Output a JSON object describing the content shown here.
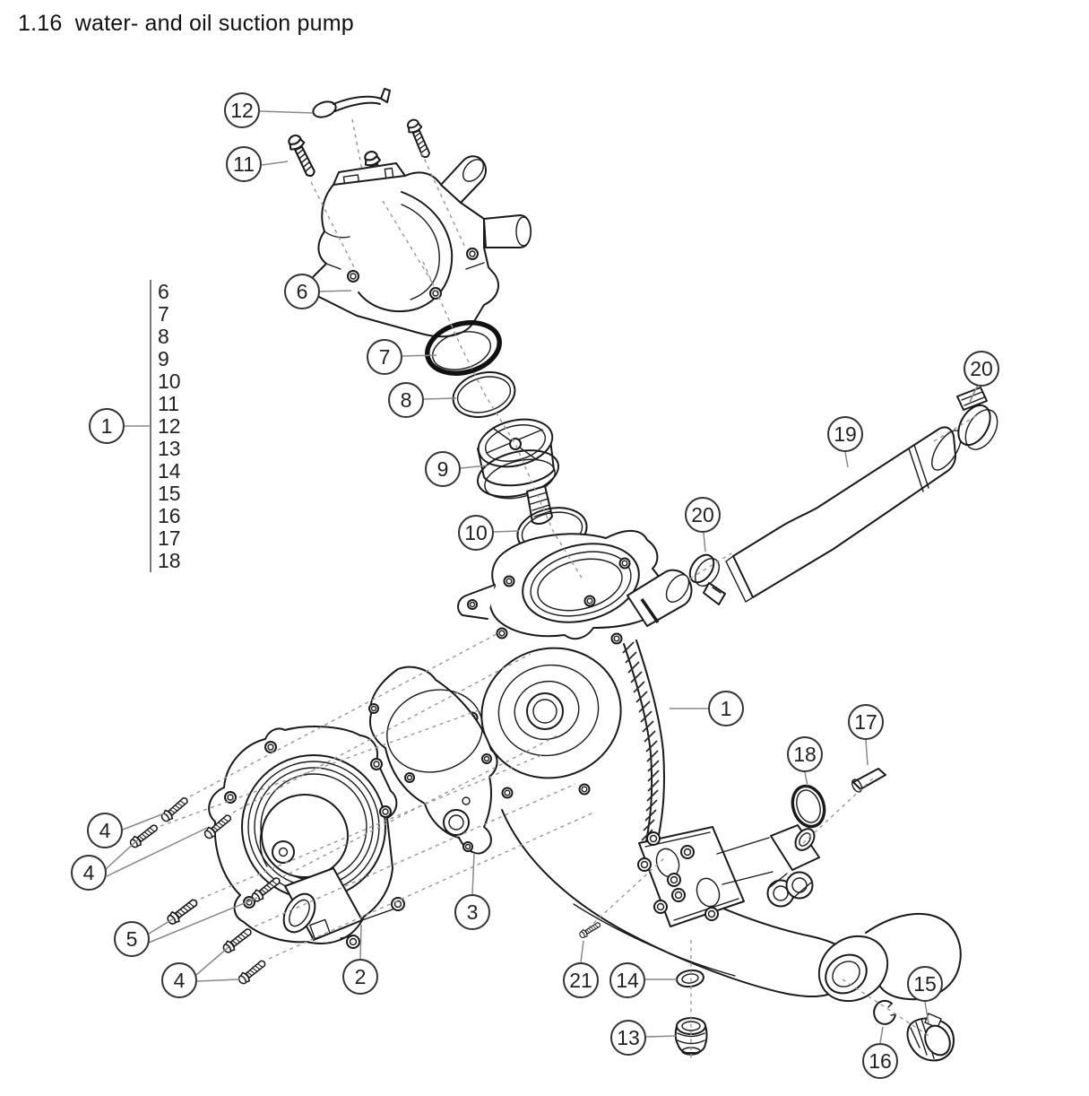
{
  "title": "1.16  water- and oil suction pump",
  "parts_list": {
    "balloon_label": "1",
    "items": [
      "6",
      "7",
      "8",
      "9",
      "10",
      "11",
      "12",
      "13",
      "14",
      "15",
      "16",
      "17",
      "18"
    ]
  },
  "balloons": [
    {
      "label": "12"
    },
    {
      "label": "11"
    },
    {
      "label": "6"
    },
    {
      "label": "1"
    },
    {
      "label": "7"
    },
    {
      "label": "8"
    },
    {
      "label": "9"
    },
    {
      "label": "10"
    },
    {
      "label": "20"
    },
    {
      "label": "19"
    },
    {
      "label": "20"
    },
    {
      "label": "1"
    },
    {
      "label": "17"
    },
    {
      "label": "18"
    },
    {
      "label": "4"
    },
    {
      "label": "4"
    },
    {
      "label": "5"
    },
    {
      "label": "4"
    },
    {
      "label": "2"
    },
    {
      "label": "3"
    },
    {
      "label": "21"
    },
    {
      "label": "14"
    },
    {
      "label": "13"
    },
    {
      "label": "16"
    },
    {
      "label": "15"
    }
  ]
}
